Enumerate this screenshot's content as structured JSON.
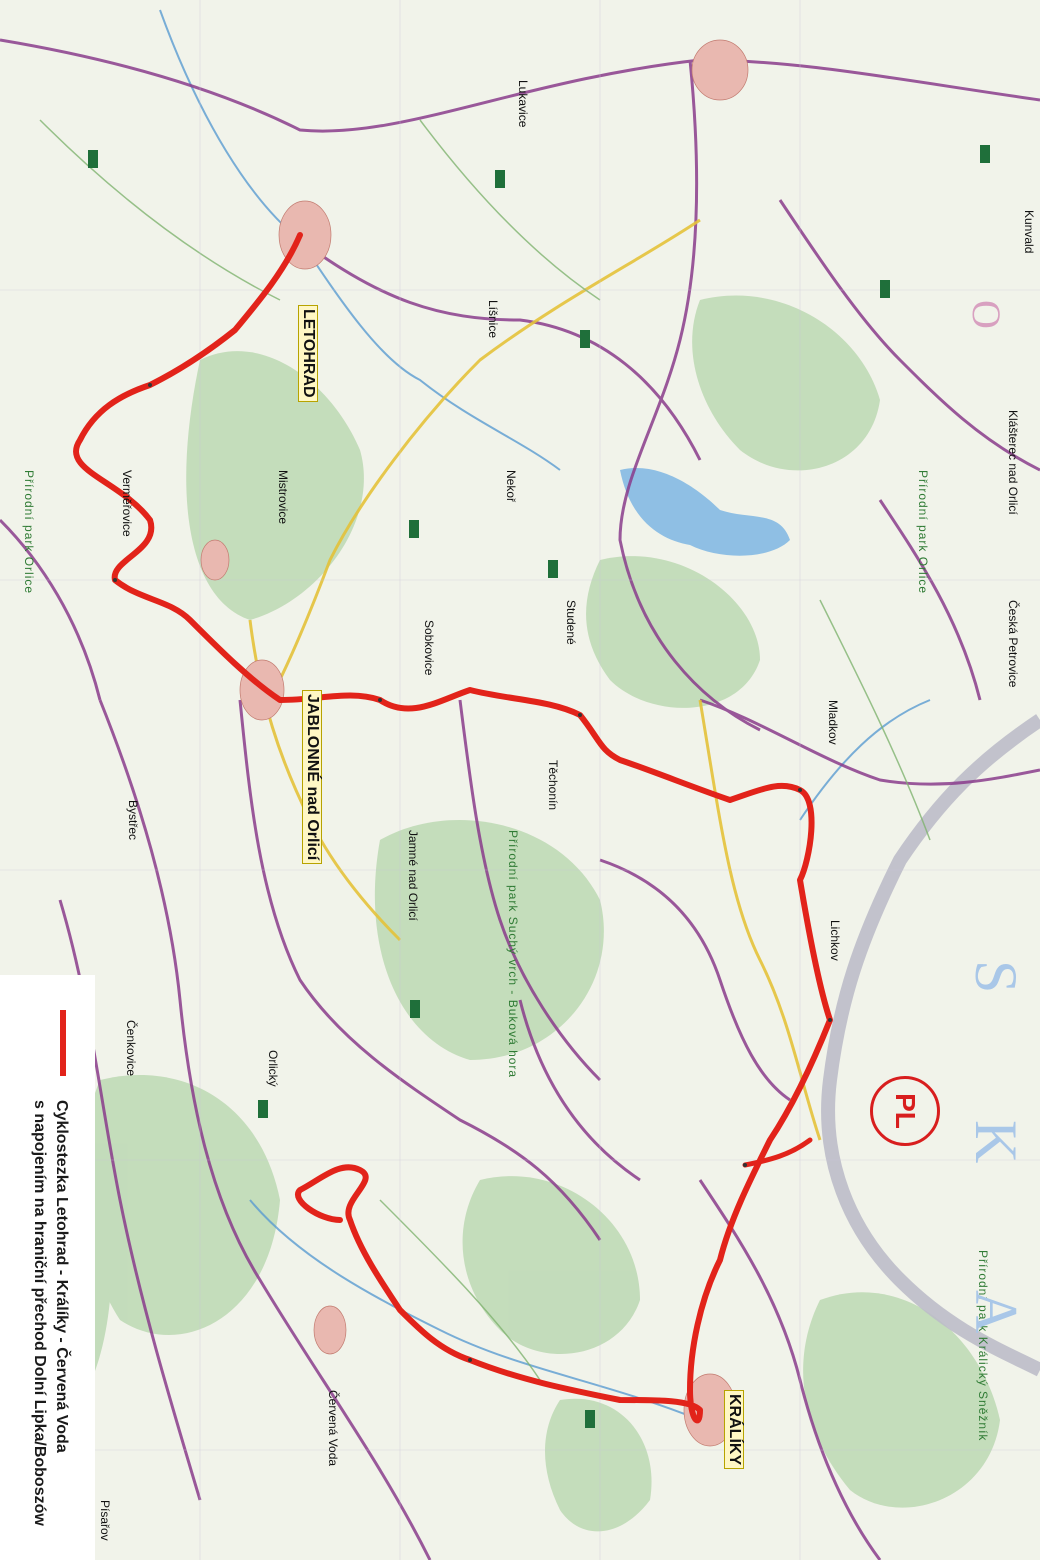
{
  "legend": {
    "title": "Cyklostezka Letohrad - Králíky - Červená Voda",
    "subtitle": "s napojením na hraniční přechod Dolní Lipka/Boboszów",
    "route_color": "#e2231a"
  },
  "border_badge": "PL",
  "towns": {
    "letohrad": "LETOHRAD",
    "jablonne": "JABLONNÉ nad Orlicí",
    "kraliky": "KRÁLÍKY",
    "cervena_voda": "Červená Voda",
    "mistrovice": "Mistrovice",
    "vermerovice": "Verměřovice",
    "lukavice": "Lukavice",
    "lisnice": "Líšnice",
    "nekor": "Nekoř",
    "sobkovice": "Sobkovice",
    "studene": "Studené",
    "techonin": "Těchonín",
    "mladkov": "Mladkov",
    "lichkov": "Lichkov",
    "jamne": "Jamné nad Orlicí",
    "orlicky": "Orlický",
    "bystrec": "Bystřec",
    "cenkovice": "Čenkovice",
    "kunvald": "Kunvald",
    "klasterec": "Klášterec nad Orlicí",
    "ceska_petrovice": "Česká Petrovice",
    "pisarov": "Písařov"
  },
  "nature_parks": {
    "orlice_left": "Přírodní park Orlice",
    "orlice_right": "Přírodní park Orlice",
    "suchy_vrch": "Přírodní park Suchý vrch - Buková hora",
    "kralicky_sneznik": "Přírodní park Králický Sněžník"
  },
  "country_letters": [
    "S",
    "K",
    "A",
    "O"
  ],
  "colors": {
    "route": "#e2231a",
    "roads_purple": "#8a3c8c",
    "roads_yellow": "#e8c93a",
    "forest": "#b9d6b0",
    "water": "#7fb0d8",
    "border": "#b8b8c4"
  }
}
